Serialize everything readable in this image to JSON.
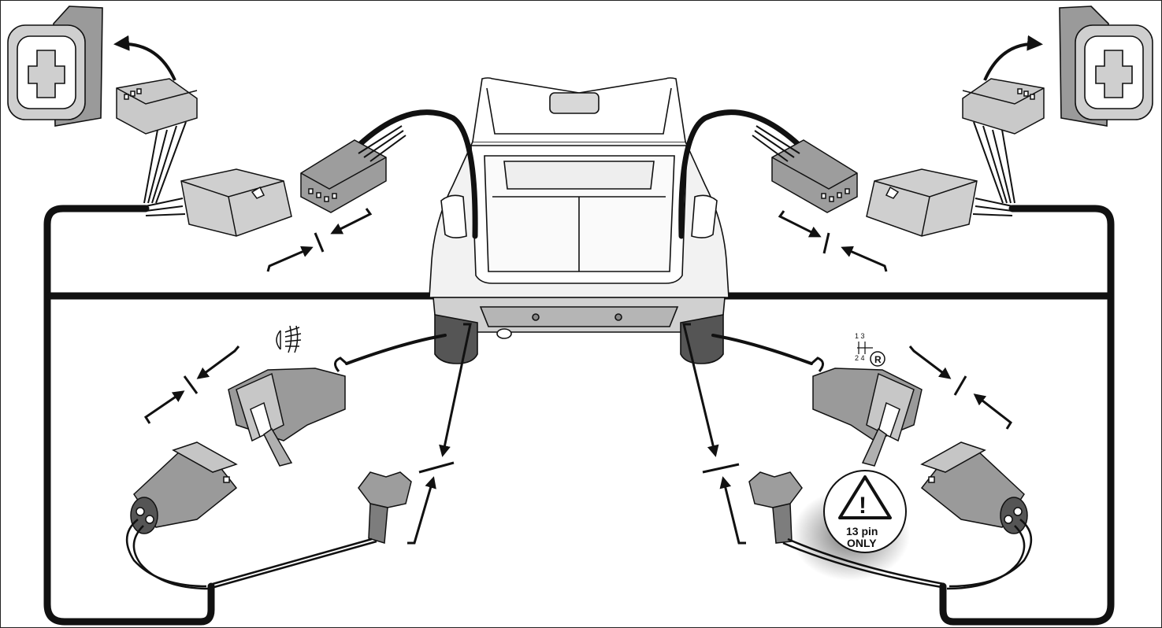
{
  "diagram": {
    "warning_label_line1": "13 pin",
    "warning_label_line2": "ONLY",
    "warning_symbol": "!",
    "gear_numbers_top": "1  3",
    "gear_numbers_bottom": "2  4",
    "gear_reverse": "R",
    "icons": {
      "fog": "fog-light-icon",
      "reverse": "reverse-gear-icon",
      "warning": "warning-triangle-icon"
    },
    "colors": {
      "line": "#111111",
      "connector_fill": "#c9c9c9",
      "connector_dark": "#8f8f8f",
      "car_fill": "#f2f2f2",
      "background": "#ffffff"
    }
  }
}
